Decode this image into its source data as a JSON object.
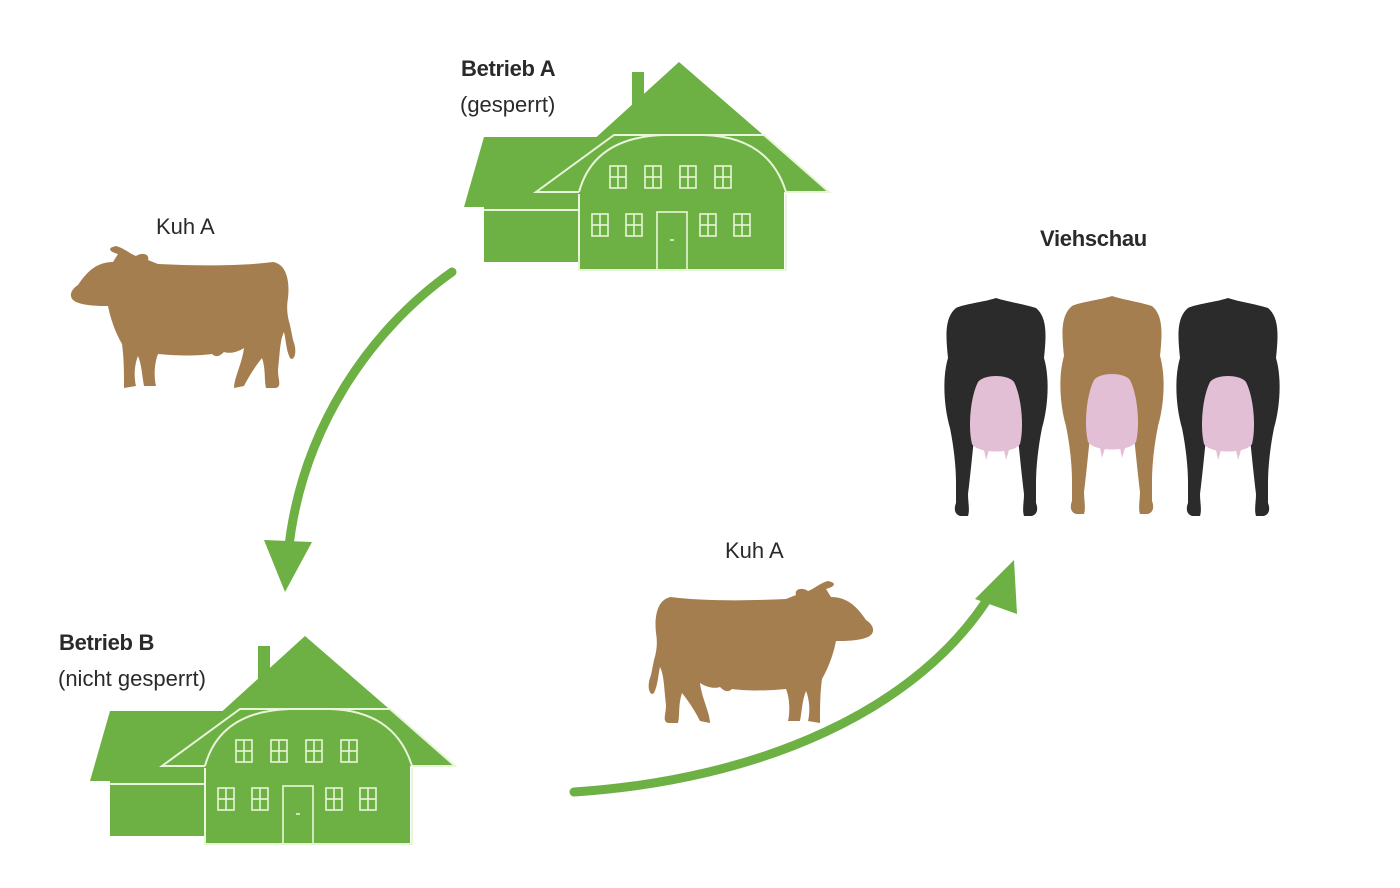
{
  "diagram": {
    "farm_a": {
      "title": "Betrieb A",
      "status": "(gesperrt)"
    },
    "farm_b": {
      "title": "Betrieb B",
      "status": "(nicht gesperrt)"
    },
    "cow_top": {
      "label": "Kuh A"
    },
    "cow_bottom": {
      "label": "Kuh A"
    },
    "show": {
      "title": "Viehschau",
      "cows": [
        "black",
        "brown",
        "black"
      ]
    },
    "flow": [
      {
        "from": "Betrieb A",
        "to": "Betrieb B"
      },
      {
        "from": "Betrieb B",
        "to": "Viehschau"
      }
    ]
  },
  "colors": {
    "house_green": "#6db043",
    "arrow_green": "#6db043",
    "house_line": "#e9f5d8",
    "cow_brown": "#a57e4f",
    "cow_black": "#2b2b2b",
    "udder_pink": "#e3bfd6",
    "text": "#2a2a2a"
  }
}
